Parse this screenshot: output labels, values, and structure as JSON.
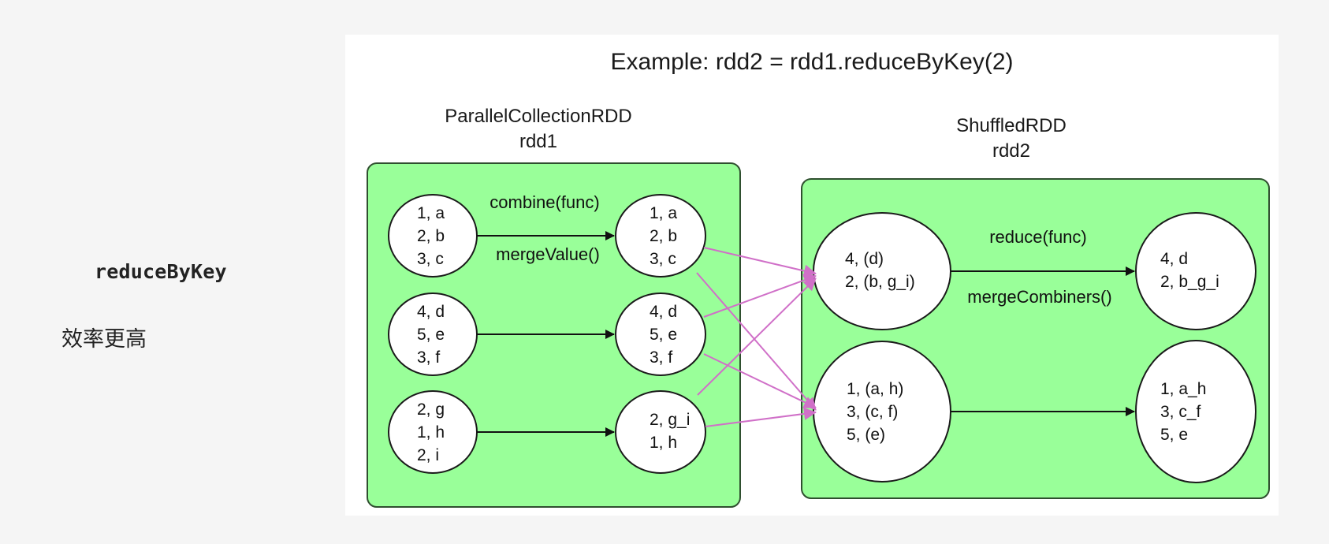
{
  "page": {
    "label": "reduceByKey",
    "note": "效率更高"
  },
  "diagram": {
    "title": "Example: rdd2 = rdd1.reduceByKey(2)",
    "left_rdd": {
      "type_label": "ParallelCollectionRDD",
      "name_label": "rdd1",
      "partitions_input": [
        [
          "1, a",
          "2, b",
          "3, c"
        ],
        [
          "4, d",
          "5, e",
          "3, f"
        ],
        [
          "2, g",
          "1, h",
          "2, i"
        ]
      ],
      "partitions_combined": [
        [
          "1, a",
          "2, b",
          "3, c"
        ],
        [
          "4, d",
          "5, e",
          "3, f"
        ],
        [
          "2, g_i",
          "1, h"
        ]
      ],
      "operation_top": "combine(func)",
      "operation_bottom": "mergeValue()"
    },
    "right_rdd": {
      "type_label": "ShuffledRDD",
      "name_label": "rdd2",
      "partitions_shuffled": [
        [
          "4, (d)",
          "2, (b, g_i)"
        ],
        [
          "1, (a, h)",
          "3, (c, f)",
          "5, (e)"
        ]
      ],
      "partitions_reduced": [
        [
          "4, d",
          "2, b_g_i"
        ],
        [
          "1, a_h",
          "3, c_f",
          "5, e"
        ]
      ],
      "operation_top": "reduce(func)",
      "operation_bottom": "mergeCombiners()"
    },
    "colors": {
      "container_fill": "#99ff99",
      "container_stroke": "#2f4f2f",
      "node_fill": "#ffffff",
      "node_stroke": "#1a1a1a",
      "arrow": "#111111",
      "shuffle_arrow": "#d070c8"
    }
  }
}
